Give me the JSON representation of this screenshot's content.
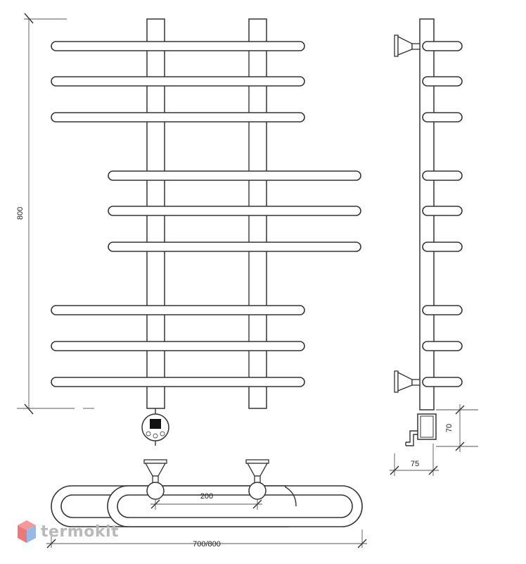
{
  "dimensions": {
    "height": "800",
    "width": "700/800",
    "spacing": "200",
    "depth": "75",
    "element_height": "70"
  },
  "brand": {
    "name": "termokit"
  }
}
